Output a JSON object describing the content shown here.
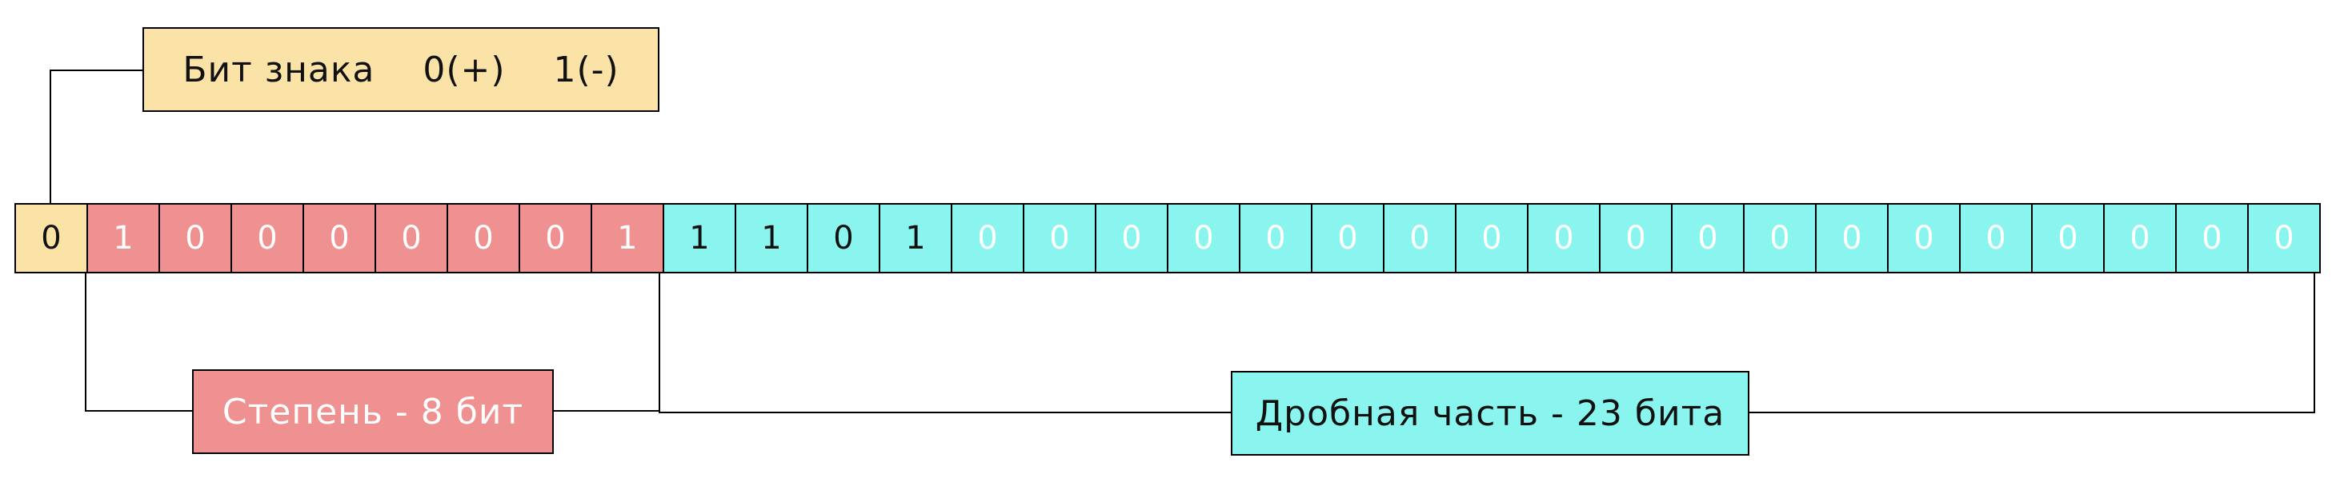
{
  "colors": {
    "sign": "#fbe3a8",
    "exponent": "#ee9190",
    "fraction": "#8af5ee",
    "line": "#000000"
  },
  "labels": {
    "sign": "Бит знака    0(+)    1(-)",
    "exponent": "Степень - 8 бит",
    "fraction": "Дробная часть - 23 бита"
  },
  "bits": {
    "sign": [
      "0"
    ],
    "exponent": [
      "1",
      "0",
      "0",
      "0",
      "0",
      "0",
      "0",
      "1"
    ],
    "fraction": [
      "1",
      "1",
      "0",
      "1",
      "0",
      "0",
      "0",
      "0",
      "0",
      "0",
      "0",
      "0",
      "0",
      "0",
      "0",
      "0",
      "0",
      "0",
      "0",
      "0",
      "0",
      "0",
      "0"
    ],
    "fraction_dark_count": 4
  }
}
